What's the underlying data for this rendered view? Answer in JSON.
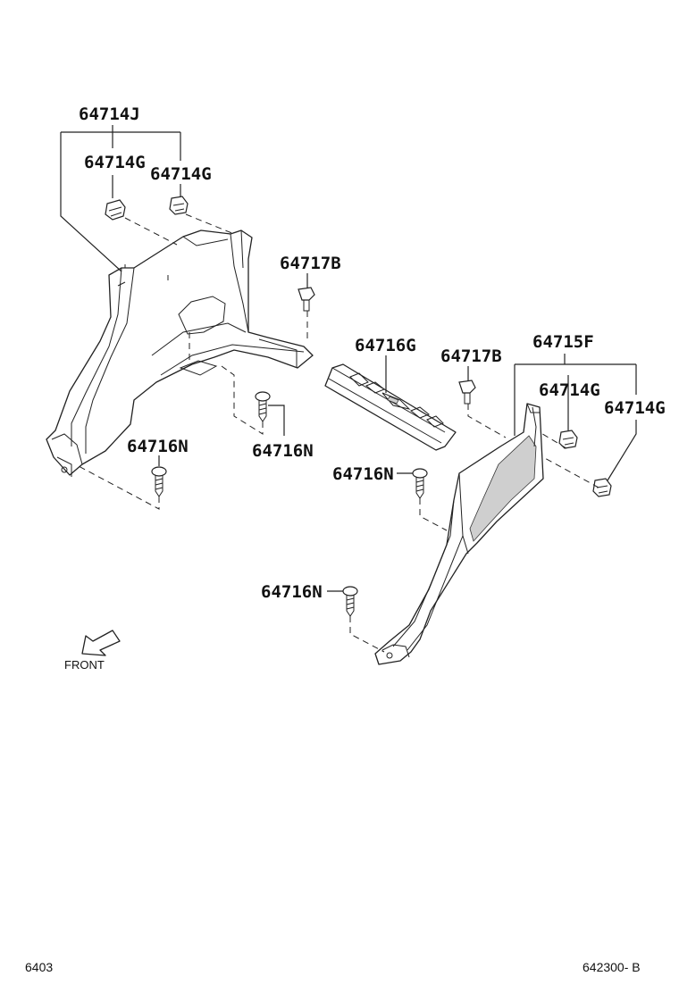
{
  "diagram": {
    "labels": {
      "l_64714J": "64714J",
      "l_64714G_a": "64714G",
      "l_64714G_b": "64714G",
      "l_64717B_a": "64717B",
      "l_64716G": "64716G",
      "l_64717B_b": "64717B",
      "l_64715F": "64715F",
      "l_64714G_c": "64714G",
      "l_64714G_d": "64714G",
      "l_64716N_a": "64716N",
      "l_64716N_b": "64716N",
      "l_64716N_c": "64716N",
      "l_64716N_d": "64716N"
    },
    "front_label": "FRONT",
    "footer": {
      "left_code": "6403",
      "right_code": "642300- B"
    }
  }
}
